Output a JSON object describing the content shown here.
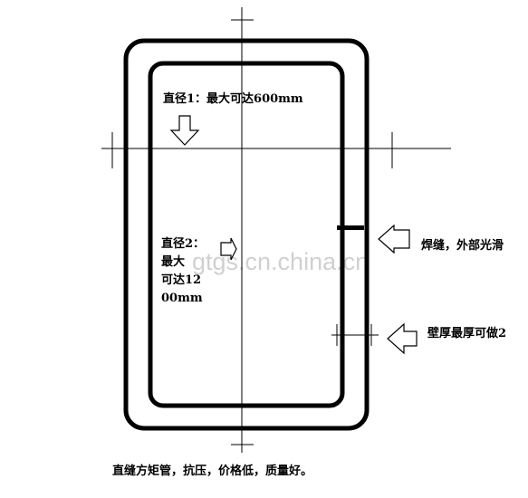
{
  "diagram": {
    "label_diameter1": "直径1：最大可达600mm",
    "label_diameter2_lines": [
      "直径2：",
      "最大",
      "可达12",
      "00mm"
    ],
    "label_weld": "焊缝，外部光滑",
    "label_wall": "壁厚最厚可做2",
    "caption": "直缝方矩管，抗压，价格低，质量好。",
    "watermark": "gtgs.cn.china.cn"
  }
}
